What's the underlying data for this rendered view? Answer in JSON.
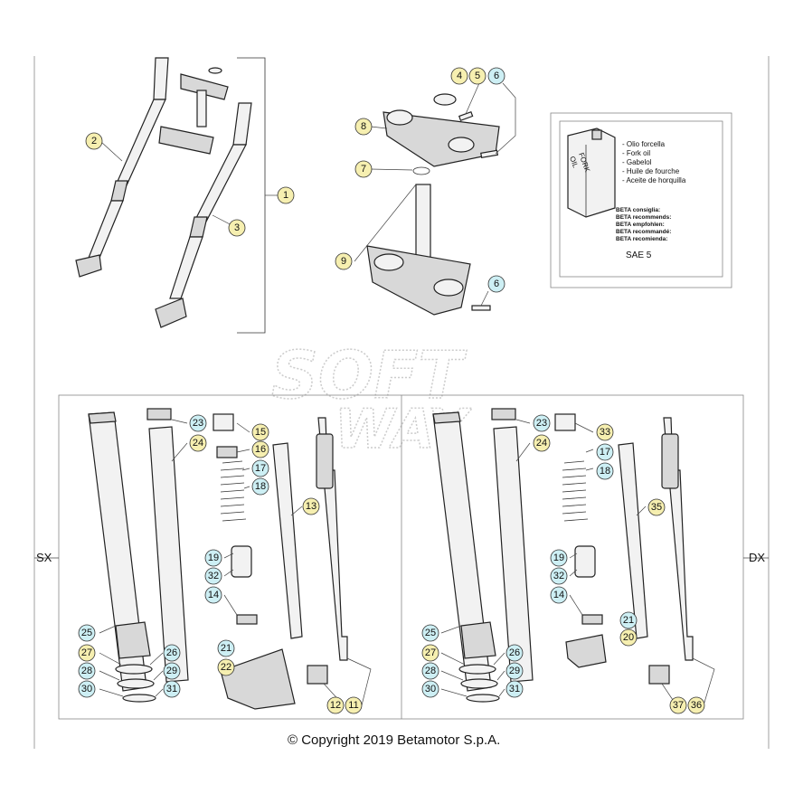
{
  "colors": {
    "yellow": "#f6efb0",
    "cyan": "#cdeff4"
  },
  "callouts": {
    "c1": "1",
    "c2": "2",
    "c3": "3",
    "c4": "4",
    "c5": "5",
    "c6a": "6",
    "c6b": "6",
    "c7": "7",
    "c8": "8",
    "c9": "9",
    "l23": "23",
    "l24": "24",
    "l15": "15",
    "l16": "16",
    "l17": "17",
    "l18": "18",
    "l13": "13",
    "l19": "19",
    "l32": "32",
    "l14": "14",
    "l25": "25",
    "l21": "21",
    "l22": "22",
    "l27": "27",
    "l26": "26",
    "l28": "28",
    "l29": "29",
    "l30": "30",
    "l31": "31",
    "l12": "12",
    "l11": "11",
    "r23": "23",
    "r33": "33",
    "r24": "24",
    "r17": "17",
    "r18": "18",
    "r35": "35",
    "r19": "19",
    "r32": "32",
    "r14": "14",
    "r21": "21",
    "r20": "20",
    "r25": "25",
    "r27": "27",
    "r26": "26",
    "r28": "28",
    "r29": "29",
    "r30": "30",
    "r31": "31",
    "r37": "37",
    "r36": "36"
  },
  "oil_box": {
    "can_label_line1": "FORK",
    "can_label_line2": "OIL",
    "names": [
      "- Olio forcella",
      "- Fork oil",
      "- Gabelol",
      "- Huile de fourche",
      "- Aceite de horquilla"
    ],
    "recommends": [
      "BETA consiglia:",
      "BETA recommends:",
      "BETA empfohlen:",
      "BETA recommandé:",
      "BETA recomienda:"
    ],
    "grade": "SAE 5"
  },
  "labels": {
    "left_side": "SX",
    "right_side": "DX"
  },
  "watermark": {
    "line1": "SOFT",
    "line2": "WAY"
  },
  "copyright": "© Copyright 2019 Betamotor S.p.A."
}
